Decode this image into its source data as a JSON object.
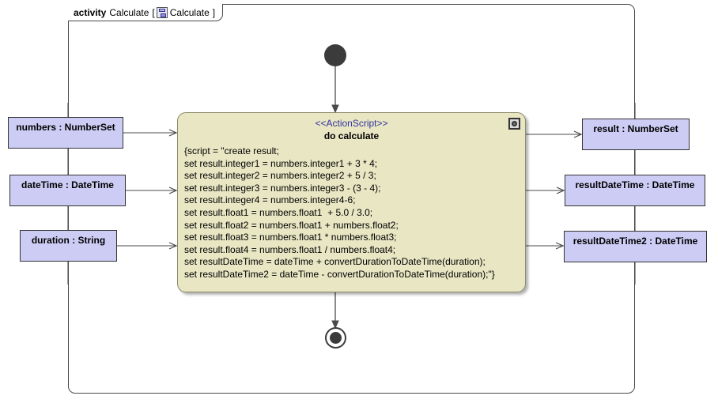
{
  "frame": {
    "keyword": "activity",
    "name": "Calculate",
    "bracket_open": "[",
    "bracket_close": "]",
    "diagram_icon": "activity-diagram-icon",
    "diagram_name": "Calculate"
  },
  "action": {
    "stereotype": "<<ActionScript>>",
    "title": "do calculate",
    "corner_icon": "action-script-icon",
    "script_lines": [
      "{script = \"create result;",
      "set result.integer1 = numbers.integer1 + 3 * 4;",
      "set result.integer2 = numbers.integer2 + 5 / 3;",
      "set result.integer3 = numbers.integer3 - (3 - 4);",
      "set result.integer4 = numbers.integer4-6;",
      "set result.float1 = numbers.float1  + 5.0 / 3.0;",
      "set result.float2 = numbers.float1 + numbers.float2;",
      "set result.float3 = numbers.float1 * numbers.float3;",
      "set result.float4 = numbers.float1 / numbers.float4;",
      "set resultDateTime = dateTime + convertDurationToDateTime(duration);",
      "set resultDateTime2 = dateTime - convertDurationToDateTime(duration);\"}"
    ]
  },
  "inputs": [
    {
      "label": "numbers : NumberSet",
      "name": "numbers",
      "type": "NumberSet"
    },
    {
      "label": "dateTime : DateTime",
      "name": "dateTime",
      "type": "DateTime"
    },
    {
      "label": "duration : String",
      "name": "duration",
      "type": "String"
    }
  ],
  "outputs": [
    {
      "label": "result : NumberSet",
      "name": "result",
      "type": "NumberSet"
    },
    {
      "label": "resultDateTime : DateTime",
      "name": "resultDateTime",
      "type": "DateTime"
    },
    {
      "label": "resultDateTime2 : DateTime",
      "name": "resultDateTime2",
      "type": "DateTime"
    }
  ],
  "nodes": {
    "initial": "initial-node",
    "final": "activity-final-node"
  },
  "colors": {
    "param_fill": "#ccccf5",
    "action_fill": "#e8e6c3",
    "stereotype_text": "#33339e",
    "edge": "#4a4a4a",
    "node_fill": "#3b3b3b"
  }
}
